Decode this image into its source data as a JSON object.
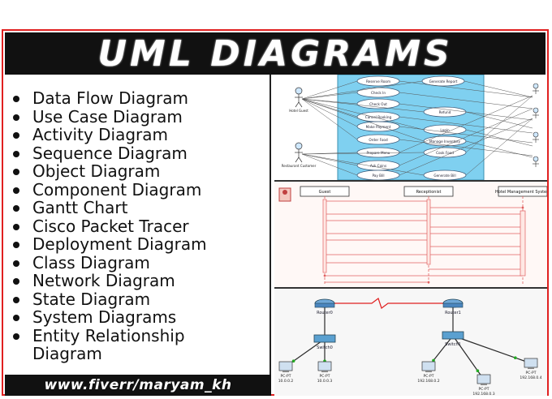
{
  "title": "UML DIAGRAMS",
  "services": [
    "Data Flow Diagram",
    "Use Case Diagram",
    "Activity Diagram",
    "Sequence Diagram",
    "Object Diagram",
    "Component Diagram",
    "Gantt Chart",
    "Cisco Packet Tracer",
    "Deployment Diagram",
    "Class Diagram",
    "Network Diagram",
    "State Diagram",
    "System Diagrams",
    "Entity Relationship",
    "Diagram"
  ],
  "footer": "www.fiverr/maryam_kh",
  "colors": {
    "frame": "#e02020",
    "banner": "#111111",
    "usecase_bg": "#7fd0f0",
    "sequence_line": "#e06060",
    "network_link": "#2a2a2a"
  },
  "preview_usecase": {
    "usecases": [
      "Reserve Room",
      "Generate Report",
      "Check In",
      "Check Out",
      "Cancel Booking",
      "Refund",
      "Make Payment",
      "Login",
      "Order Food",
      "Manage Inventory",
      "Prepare Menu",
      "Cook Food",
      "Ask Coins",
      "Pay Bill",
      "Generate Bill"
    ],
    "actors": [
      "Hotel Guest",
      "Restaurant Customer"
    ]
  },
  "preview_sequence": {
    "lifelines": [
      "Guest",
      "Receptionist",
      "Hotel Management System"
    ]
  },
  "preview_network": {
    "routers": [
      "Router0",
      "Router1"
    ],
    "switches": [
      "Switch0",
      "Switch1"
    ],
    "pcs": [
      {
        "name": "PC-PT",
        "ip": "10.0.0.2"
      },
      {
        "name": "PC-PT",
        "ip": "10.0.0.3"
      },
      {
        "name": "PC-PT",
        "ip": "192.168.0.2"
      },
      {
        "name": "PC-PT",
        "ip": "192.168.0.3"
      },
      {
        "name": "PC-PT",
        "ip": "192.168.0.4"
      }
    ]
  }
}
